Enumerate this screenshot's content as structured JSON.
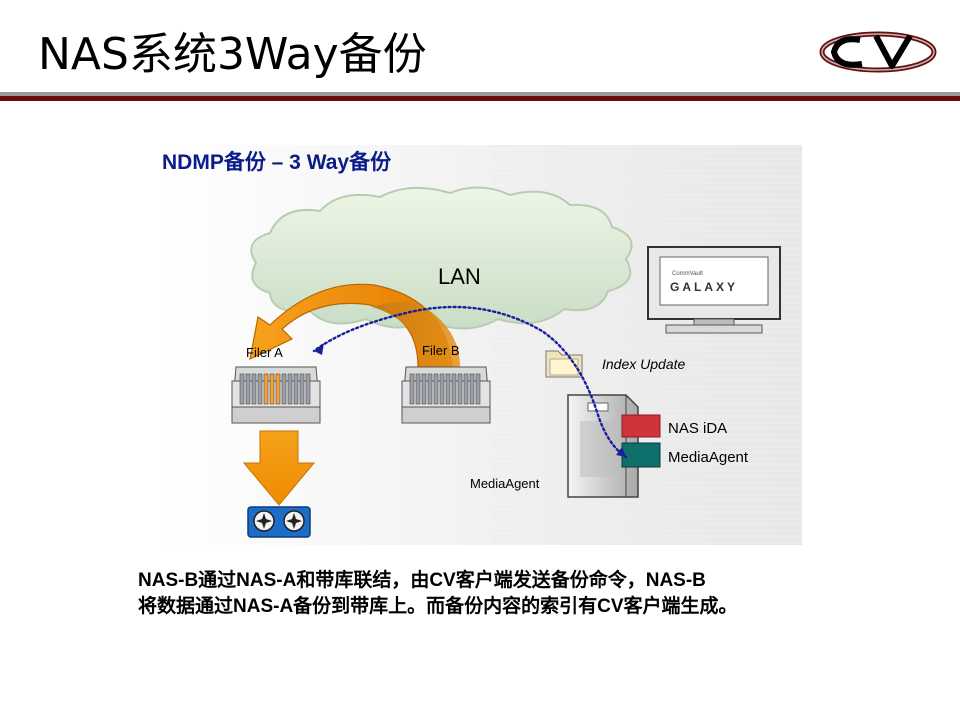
{
  "slide": {
    "title": "NAS系统3Way备份",
    "logo_text": "CV"
  },
  "diagram": {
    "heading": "NDMP备份 – 3 Way备份",
    "cloud_label": "LAN",
    "filer_a_label": "Filer A",
    "filer_b_label": "Filer B",
    "index_update_label": "Index Update",
    "nas_ida_label": "NAS iDA",
    "mediaagent_legend_label": "MediaAgent",
    "mediaagent_server_label": "MediaAgent",
    "monitor_brand_small": "CommVault",
    "monitor_brand": "GALAXY",
    "colors": {
      "arrow_orange": "#f29100",
      "heading_blue": "#0b1b8a",
      "nas_ida_red": "#d0343b",
      "mediaagent_teal": "#0e6f6b",
      "dotted_path_blue": "#1a1f9a"
    }
  },
  "caption": {
    "line1": "NAS-B通过NAS-A和带库联结，由CV客户端发送备份命令，NAS-B",
    "line2": "将数据通过NAS-A备份到带库上。而备份内容的索引有CV客户端生成。"
  }
}
